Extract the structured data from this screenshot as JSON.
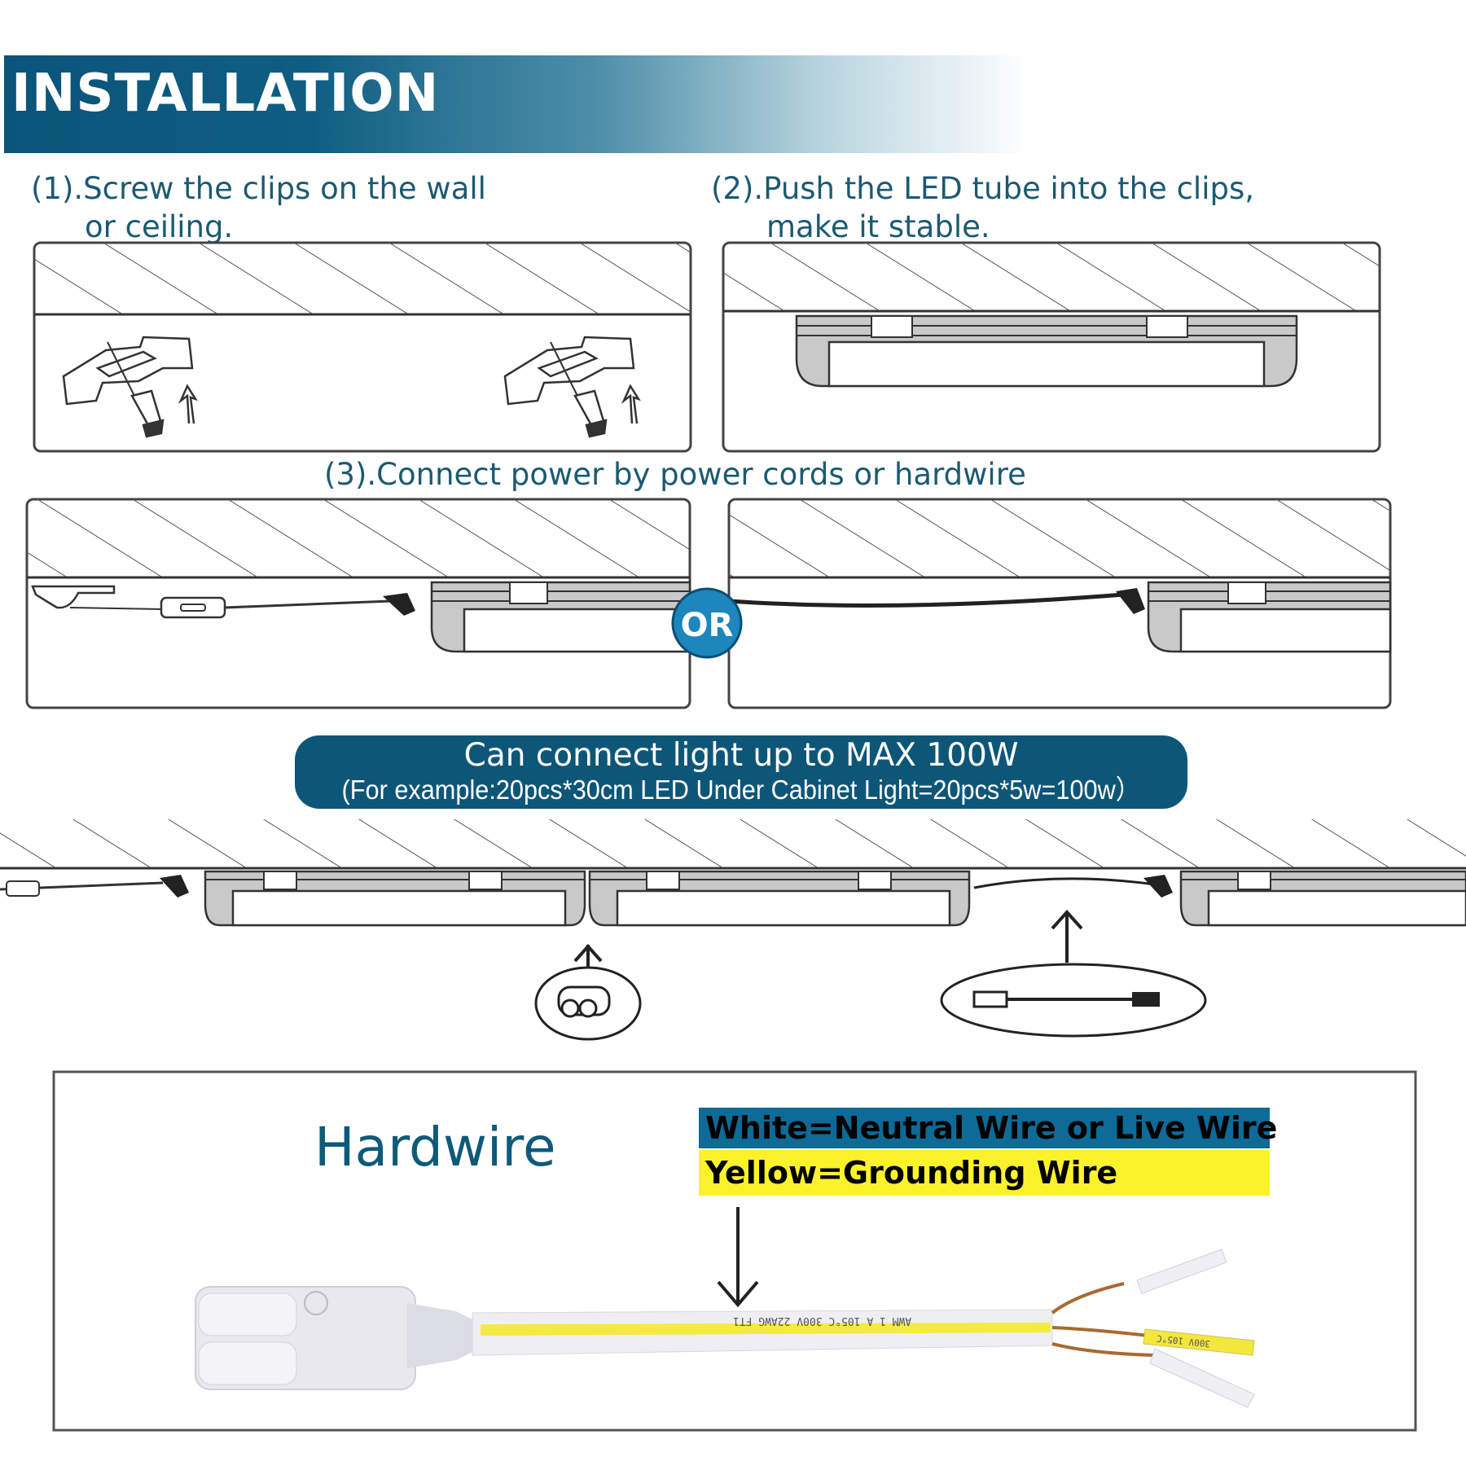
{
  "banner": {
    "title": "INSTALLATION"
  },
  "steps": {
    "step1": {
      "line1": "(1).Screw the clips on the wall",
      "line2": "or ceiling."
    },
    "step2": {
      "line1": "(2).Push the LED tube into the clips,",
      "line2": "make it stable."
    },
    "step3": {
      "text": "(3).Connect power by power cords or hardwire"
    }
  },
  "or_badge": {
    "text": "OR"
  },
  "max_notice": {
    "line1": "Can connect light up to MAX 100W",
    "line2": "(For example:20pcs*30cm LED Under Cabinet Light=20pcs*5w=100w）"
  },
  "hardwire": {
    "title": "Hardwire",
    "legend_white": "White=Neutral Wire or Live Wire",
    "legend_yellow": "Yellow=Grounding Wire",
    "cable_print": "AWM 1 A 105°C 300V 22AWG FT1",
    "yellow_wire_print": "300V 105°C"
  },
  "colors": {
    "banner": "#0b5479",
    "step_text": "#1b5a72",
    "pill": "#0e5678",
    "legend_white_bg": "#0e6a96",
    "legend_yellow_bg": "#fbf22b",
    "or_badge": "#1c86bd",
    "hatch": "#555555"
  },
  "icons": [
    "screw-icon",
    "clip-icon",
    "up-arrow-icon",
    "down-arrow-icon",
    "connector-icon",
    "jumper-cable-icon",
    "plug-icon"
  ]
}
